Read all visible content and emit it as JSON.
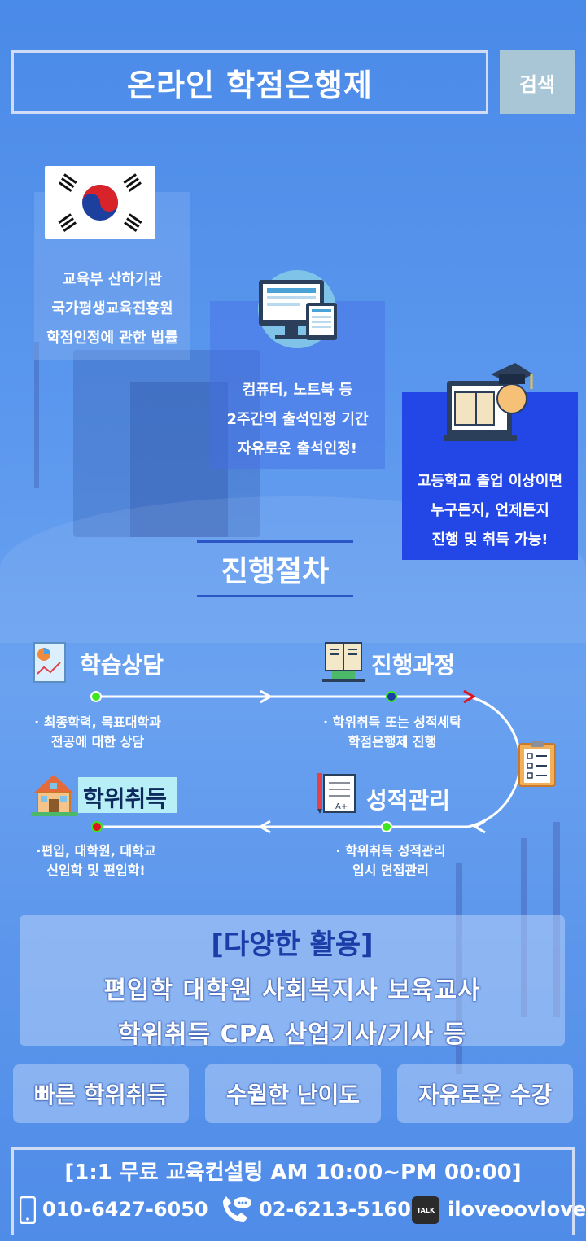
{
  "header": {
    "title": "온라인 학점은행제",
    "search_label": "검색"
  },
  "card1": {
    "lines": [
      "교육부 산하기관",
      "국가평생교육진흥원",
      "학점인정에 관한 법률"
    ]
  },
  "card2": {
    "lines": [
      "컴퓨터, 노트북 등",
      "2주간의 출석인정 기간",
      "자유로운 출석인정!"
    ]
  },
  "card3": {
    "lines": [
      "고등학교 졸업 이상이면",
      "누구든지, 언제든지",
      "진행 및 취득 가능!"
    ]
  },
  "process": {
    "title": "진행절차",
    "steps": [
      {
        "label": "학습상담",
        "desc": [
          "· 최종학력, 목표대학과",
          "전공에 대한 상담"
        ]
      },
      {
        "label": "진행과정",
        "desc": [
          "· 학위취득 또는 성적세탁",
          "학점은행제 진행"
        ]
      },
      {
        "label": "성적관리",
        "desc": [
          "· 학위취득 성적관리",
          "입시 면접관리"
        ]
      },
      {
        "label": "학위취득",
        "desc": [
          "·편입, 대학원, 대학교",
          "신입학 및 편입학!"
        ]
      }
    ]
  },
  "usage": {
    "heading": "[다양한 활용]",
    "line1": "편입학 대학원 사회복지사 보육교사",
    "line2": "학위취득 CPA 산업기사/기사 등"
  },
  "features": [
    "빠른 학위취득",
    "수월한 난이도",
    "자유로운 수강"
  ],
  "footer": {
    "consult": "[1:1 무료 교육컨설팅 AM 10:00~PM 00:00]",
    "phone": "010-6427-6050",
    "tel": "02-6213-5160",
    "kakao": "iloveoovlove",
    "kakao_badge": "TALK"
  },
  "colors": {
    "card3_bg": "#2247e6",
    "dot_green": "#3ee61f",
    "dot_blue": "#1a3da8",
    "dot_red": "#e0141e",
    "highlight": "#b8eef6"
  }
}
